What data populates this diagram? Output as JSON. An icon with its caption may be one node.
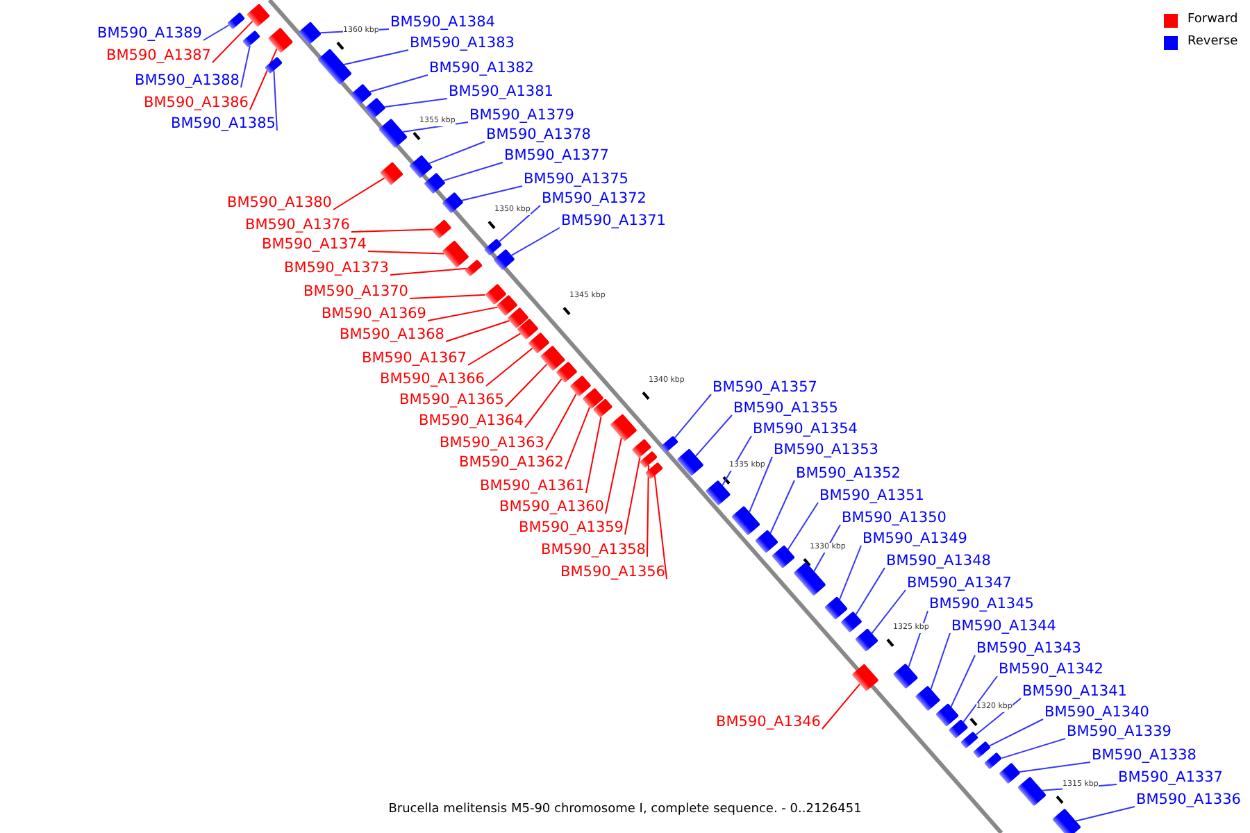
{
  "diagram": {
    "caption": "Brucella melitensis M5-90 chromosome I, complete sequence. - 0..2126451",
    "nodes": [
      {
        "text": [
          "BM590_A1389"
        ]
      },
      {
        "text": [],
        "shape": "bar"
      },
      {
        "text": [
          "BM590_A1388"
        ]
      },
      {
        "text": [],
        "shape": "bar"
      },
      {
        "text": [
          "BM590_A1387"
        ]
      },
      {
        "text": [],
        "shape": "bar"
      },
      {
        "text": [
          "BM590_A1386"
        ]
      },
      {
        "text": [],
        "shape": "bar"
      },
      {
        "text": [
          "BM590_A1385"
        ]
      },
      {
        "text": [],
        "shape": "bar"
      },
      {
        "text": [
          "BM590_A1384"
        ]
      },
      {
        "text": [],
        "shape": "bar"
      },
      {
        "text": [
          "BM590_A1383"
        ]
      },
      {
        "text": [],
        "shape": "bar"
      },
      {
        "text": [
          "BM590_A1382"
        ]
      },
      {
        "text": [],
        "shape": "bar"
      },
      {
        "text": [
          "BM590_A1381"
        ]
      },
      {
        "text": [],
        "shape": "bar"
      },
      {
        "text": [
          "BM590_A1380"
        ]
      },
      {
        "text": [],
        "shape": "bar"
      },
      {
        "text": [
          "BM590_A1379"
        ]
      },
      {
        "text": [],
        "shape": "bar"
      },
      {
        "text": [
          "BM590_A1378"
        ]
      },
      {
        "text": [],
        "shape": "bar"
      },
      {
        "text": [
          "BM590_A1377"
        ]
      },
      {
        "text": [],
        "shape": "bar"
      },
      {
        "text": [
          "BM590_A1376"
        ]
      },
      {
        "text": [],
        "shape": "bar"
      },
      {
        "text": [
          "BM590_A1375"
        ]
      },
      {
        "text": [],
        "shape": "bar"
      },
      {
        "text": [
          "BM590_A1374"
        ]
      },
      {
        "text": [],
        "shape": "bar"
      },
      {
        "text": [
          "BM590_A1373"
        ]
      },
      {
        "text": [],
        "shape": "bar"
      },
      {
        "text": [
          "BM590_A1372"
        ]
      },
      {
        "text": [],
        "shape": "bar"
      },
      {
        "text": [
          "BM590_A1371"
        ]
      },
      {
        "text": [],
        "shape": "bar"
      },
      {
        "text": [
          "BM590_A1370"
        ]
      },
      {
        "text": [],
        "shape": "bar"
      },
      {
        "text": [
          "BM590_A1369"
        ]
      },
      {
        "text": [],
        "shape": "bar"
      },
      {
        "text": [
          "BM590_A1368"
        ]
      },
      {
        "text": [],
        "shape": "bar"
      },
      {
        "text": [
          "BM590_A1367"
        ]
      },
      {
        "text": [],
        "shape": "bar"
      },
      {
        "text": [
          "BM590_A1366"
        ]
      },
      {
        "text": [],
        "shape": "bar"
      },
      {
        "text": [
          "BM590_A1365"
        ]
      },
      {
        "text": [],
        "shape": "bar"
      },
      {
        "text": [
          "BM590_A1364"
        ]
      },
      {
        "text": [],
        "shape": "bar"
      },
      {
        "text": [
          "BM590_A1363"
        ]
      },
      {
        "text": [],
        "shape": "bar"
      },
      {
        "text": [
          "BM590_A1362"
        ]
      },
      {
        "text": [],
        "shape": "bar"
      },
      {
        "text": [
          "BM590_A1361"
        ]
      },
      {
        "text": [],
        "shape": "bar"
      },
      {
        "text": [
          "BM590_A1360"
        ]
      },
      {
        "text": [],
        "shape": "bar"
      },
      {
        "text": [
          "BM590_A1359"
        ]
      },
      {
        "text": [],
        "shape": "bar"
      },
      {
        "text": [
          "BM590_A1358"
        ]
      },
      {
        "text": [],
        "shape": "bar"
      },
      {
        "text": [
          "BM590_A1357"
        ]
      },
      {
        "text": [],
        "shape": "bar"
      },
      {
        "text": [
          "BM590_A1356"
        ]
      },
      {
        "text": [],
        "shape": "bar"
      },
      {
        "text": [
          "BM590_A1355"
        ]
      },
      {
        "text": [],
        "shape": "bar"
      },
      {
        "text": [
          "BM590_A1354"
        ]
      },
      {
        "text": [],
        "shape": "bar"
      },
      {
        "text": [
          "BM590_A1353"
        ]
      },
      {
        "text": [],
        "shape": "bar"
      },
      {
        "text": [
          "BM590_A1352"
        ]
      },
      {
        "text": [],
        "shape": "bar"
      },
      {
        "text": [
          "BM590_A1351"
        ]
      },
      {
        "text": [],
        "shape": "bar"
      },
      {
        "text": [
          "BM590_A1350"
        ]
      },
      {
        "text": [],
        "shape": "bar"
      },
      {
        "text": [
          "BM590_A1349"
        ]
      },
      {
        "text": [],
        "shape": "bar"
      },
      {
        "text": [
          "BM590_A1348"
        ]
      },
      {
        "text": [],
        "shape": "bar"
      },
      {
        "text": [
          "BM590_A1347"
        ]
      },
      {
        "text": [],
        "shape": "bar"
      },
      {
        "text": [
          "BM590_A1346"
        ]
      },
      {
        "text": [],
        "shape": "bar"
      },
      {
        "text": [
          "BM590_A1345"
        ]
      },
      {
        "text": [],
        "shape": "bar"
      },
      {
        "text": [
          "BM590_A1344"
        ]
      },
      {
        "text": [],
        "shape": "bar"
      },
      {
        "text": [
          "BM590_A1343"
        ]
      },
      {
        "text": [],
        "shape": "bar"
      },
      {
        "text": [
          "BM590_A1342"
        ]
      },
      {
        "text": [],
        "shape": "bar"
      },
      {
        "text": [
          "BM590_A1341"
        ]
      },
      {
        "text": [],
        "shape": "bar"
      },
      {
        "text": [
          "BM590_A1340"
        ]
      },
      {
        "text": [],
        "shape": "bar"
      },
      {
        "text": [
          "BM590_A1339"
        ]
      },
      {
        "text": [],
        "shape": "bar"
      },
      {
        "text": [
          "BM590_A1338"
        ]
      },
      {
        "text": [],
        "shape": "bar"
      },
      {
        "text": [
          "BM590_A1337"
        ]
      },
      {
        "text": [],
        "shape": "bar"
      },
      {
        "text": [
          "BM590_A1336"
        ]
      },
      {
        "text": [],
        "shape": "bar"
      }
    ],
    "edges": [
      {
        "from": 0,
        "to": 1,
        "arrow": "none"
      },
      {
        "from": 2,
        "to": 3,
        "arrow": "none"
      },
      {
        "from": 4,
        "to": 5,
        "arrow": "none",
        "color": "#ff0000"
      },
      {
        "from": 6,
        "to": 7,
        "arrow": "none",
        "color": "#ff0000"
      },
      {
        "from": 8,
        "to": 9,
        "arrow": "none"
      },
      {
        "from": 10,
        "to": 11,
        "arrow": "none"
      },
      {
        "from": 12,
        "to": 13,
        "arrow": "none"
      },
      {
        "from": 14,
        "to": 15,
        "arrow": "none"
      },
      {
        "from": 16,
        "to": 17,
        "arrow": "none"
      },
      {
        "from": 18,
        "to": 19,
        "arrow": "none",
        "color": "#ff0000"
      },
      {
        "from": 20,
        "to": 21,
        "arrow": "none"
      },
      {
        "from": 22,
        "to": 23,
        "arrow": "none"
      },
      {
        "from": 24,
        "to": 25,
        "arrow": "none"
      },
      {
        "from": 26,
        "to": 27,
        "arrow": "none",
        "color": "#ff0000"
      },
      {
        "from": 28,
        "to": 29,
        "arrow": "none"
      },
      {
        "from": 30,
        "to": 31,
        "arrow": "none",
        "color": "#ff0000"
      },
      {
        "from": 32,
        "to": 33,
        "arrow": "none",
        "color": "#ff0000"
      },
      {
        "from": 34,
        "to": 35,
        "arrow": "none"
      },
      {
        "from": 36,
        "to": 37,
        "arrow": "none"
      },
      {
        "from": 38,
        "to": 39,
        "arrow": "none",
        "color": "#ff0000"
      },
      {
        "from": 40,
        "to": 41,
        "arrow": "none",
        "color": "#ff0000"
      },
      {
        "from": 42,
        "to": 43,
        "arrow": "none",
        "color": "#ff0000"
      },
      {
        "from": 44,
        "to": 45,
        "arrow": "none",
        "color": "#ff0000"
      },
      {
        "from": 46,
        "to": 47,
        "arrow": "none",
        "color": "#ff0000"
      },
      {
        "from": 48,
        "to": 49,
        "arrow": "none",
        "color": "#ff0000"
      },
      {
        "from": 50,
        "to": 51,
        "arrow": "none",
        "color": "#ff0000"
      },
      {
        "from": 52,
        "to": 53,
        "arrow": "none",
        "color": "#ff0000"
      },
      {
        "from": 54,
        "to": 55,
        "arrow": "none",
        "color": "#ff0000"
      },
      {
        "from": 56,
        "to": 57,
        "arrow": "none",
        "color": "#ff0000"
      },
      {
        "from": 58,
        "to": 59,
        "arrow": "none",
        "color": "#ff0000"
      },
      {
        "from": 60,
        "to": 61,
        "arrow": "none",
        "color": "#ff0000"
      },
      {
        "from": 62,
        "to": 63,
        "arrow": "none",
        "color": "#ff0000"
      },
      {
        "from": 64,
        "to": 65,
        "arrow": "none"
      },
      {
        "from": 66,
        "to": 67,
        "arrow": "none",
        "color": "#ff0000"
      },
      {
        "from": 68,
        "to": 69,
        "arrow": "none"
      },
      {
        "from": 70,
        "to": 71,
        "arrow": "none"
      },
      {
        "from": 72,
        "to": 73,
        "arrow": "none"
      },
      {
        "from": 74,
        "to": 75,
        "arrow": "none"
      },
      {
        "from": 76,
        "to": 77,
        "arrow": "none"
      },
      {
        "from": 78,
        "to": 79,
        "arrow": "none"
      },
      {
        "from": 80,
        "to": 81,
        "arrow": "none"
      },
      {
        "from": 82,
        "to": 83,
        "arrow": "none"
      },
      {
        "from": 84,
        "to": 85,
        "arrow": "none"
      },
      {
        "from": 86,
        "to": 87,
        "arrow": "none",
        "color": "#ff0000"
      },
      {
        "from": 88,
        "to": 89,
        "arrow": "none"
      },
      {
        "from": 90,
        "to": 91,
        "arrow": "none"
      },
      {
        "from": 92,
        "to": 93,
        "arrow": "none"
      },
      {
        "from": 94,
        "to": 95,
        "arrow": "none"
      },
      {
        "from": 96,
        "to": 97,
        "arrow": "none"
      },
      {
        "from": 98,
        "to": 99,
        "arrow": "none"
      },
      {
        "from": 100,
        "to": 101,
        "arrow": "none"
      },
      {
        "from": 102,
        "to": 103,
        "arrow": "none"
      },
      {
        "from": 104,
        "to": 105,
        "arrow": "none"
      },
      {
        "from": 106,
        "to": 107,
        "arrow": "none"
      }
    ],
    "labels": [
      "1360 kbp",
      "1355 kbp",
      "1350 kbp",
      "1345 kbp",
      "1340 kbp",
      "1335 kbp",
      "1330 kbp",
      "1325 kbp",
      "1320 kbp",
      "1315 kbp"
    ],
    "legend": [
      {
        "text": "Forward",
        "color": "#ff0000"
      },
      {
        "text": "Reverse",
        "color": "#0000ff"
      }
    ]
  }
}
